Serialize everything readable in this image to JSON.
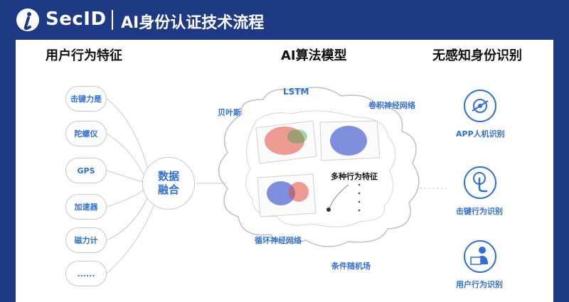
{
  "header": {
    "brand": "SecID",
    "title": "AI身份认证技术流程"
  },
  "sections": {
    "left_title": "用户行为特征",
    "middle_title": "AI算法模型",
    "right_title": "无感知身份识别"
  },
  "features": [
    "击键力是",
    "陀螺仪",
    "GPS",
    "加速器",
    "磁力计",
    "......"
  ],
  "fusion": {
    "line1": "数据",
    "line2": "融合"
  },
  "models": {
    "lstm": "LSTM",
    "bayes": "贝叶斯",
    "cnn": "卷积神经网络",
    "rnn": "循环神经网络",
    "crf": "条件随机场",
    "multi": "多种行为特征"
  },
  "outputs": [
    {
      "label": "APP人机识别",
      "icon": "face-scan-icon"
    },
    {
      "label": "击键行为识别",
      "icon": "touch-icon"
    },
    {
      "label": "用户行为识别",
      "icon": "user-computer-icon"
    }
  ],
  "colors": {
    "header_bg": "#1f3a84",
    "accent": "#2f6fd6"
  }
}
